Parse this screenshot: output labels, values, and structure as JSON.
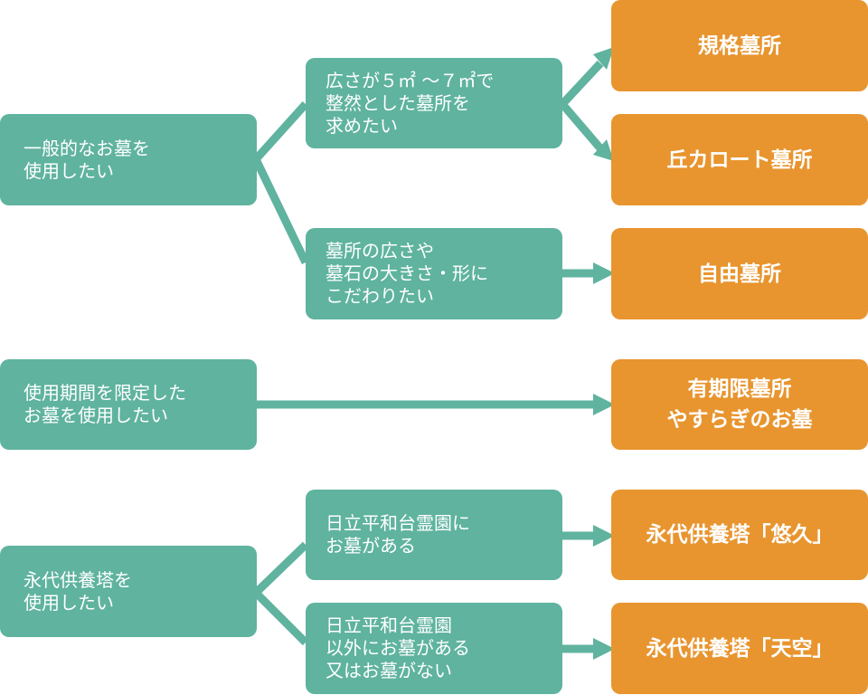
{
  "colors": {
    "condition": "#5fb39f",
    "result": "#e8952f",
    "background": "#ffffff"
  },
  "conditions": {
    "general": "一般的なお墓を\n使用したい",
    "size_fixed": "広さが５㎡ ～７㎡で\n整然とした墓所を\n求めたい",
    "custom": "墓所の広さや\n墓石の大きさ・形に\nこだわりたい",
    "limited": "使用期間を限定した\nお墓を使用したい",
    "eitai": "永代供養塔を\n使用したい",
    "in_hitachi": "日立平和台霊園に\nお墓がある",
    "outside_hitachi": "日立平和台霊園\n以外にお墓がある\n又はお墓がない"
  },
  "results": {
    "kikaku": "規格墓所",
    "karoto": "丘カロート墓所",
    "jiyu": "自由墓所",
    "yasuragi": "有期限墓所\nやすらぎのお墓",
    "yuukyu": "永代供養塔「悠久」",
    "tenku": "永代供養塔「天空」"
  }
}
